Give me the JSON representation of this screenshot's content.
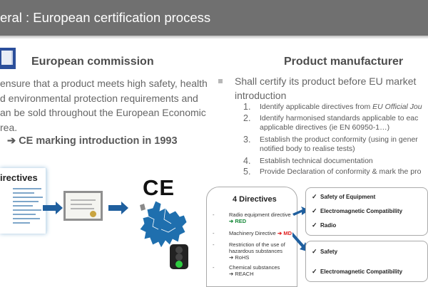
{
  "slide": {
    "title": "eral : European certification process"
  },
  "left": {
    "heading": "European commission",
    "lines": [
      "ensure that a product meets high safety, health",
      "d environmental protection requirements and",
      "an be sold throughout the European Economic",
      "rea."
    ],
    "ce_intro": "CE marking introduction in 1993",
    "directives_card_title": "irectives",
    "ce_mark_text": "CE"
  },
  "right": {
    "heading": "Product manufacturer",
    "lead_line1": "Shall certify its product before EU market",
    "lead_line2": "introduction",
    "steps": [
      {
        "num": "1.",
        "text": "Identify applicable directives from ",
        "italic": "EU Official Jou"
      },
      {
        "num": "2.",
        "text": "Identify harmonised standards applicable to eac",
        "sub": "applicable directives (ie EN 60950-1…)"
      },
      {
        "num": "3.",
        "text": "Establish the product conformity (using in gener",
        "sub": "notified body to realise tests)"
      },
      {
        "num": "4.",
        "text": "Establish technical documentation"
      },
      {
        "num": "5.",
        "text": "Provide Declaration of conformity & mark the pro"
      }
    ]
  },
  "directives": {
    "title": "4 Directives",
    "items": [
      {
        "text": "Radio equipment directive",
        "code": "RED"
      },
      {
        "text": "Machinery Directive",
        "code": "MD"
      },
      {
        "text1": "Restriction of the use of",
        "text2": "hazardous substances",
        "code": "RoHS"
      },
      {
        "text": "Chemical substances",
        "code": "REACH"
      }
    ],
    "dash": "-",
    "arrow": "➔",
    "red_arrow": "➔"
  },
  "red_requirements": [
    "Safety of Equipment",
    "Electromagnetic Compatibility",
    "Radio"
  ],
  "md_requirements": [
    "Safety",
    "Electromagnetic Compatibility"
  ],
  "check": "✓",
  "colors": {
    "title_bg": "#707070",
    "accent_blue": "#1f5f9e",
    "green": "#1a8a3c",
    "red": "#e02020"
  }
}
